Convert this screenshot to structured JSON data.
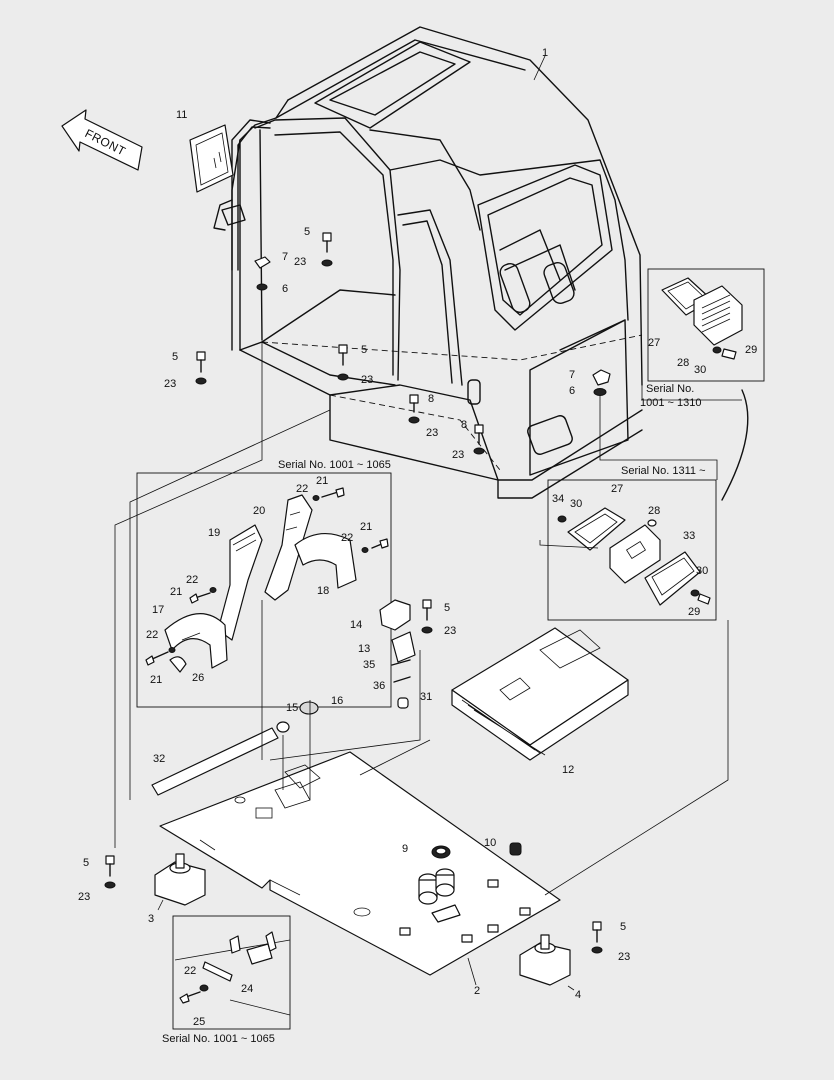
{
  "diagram": {
    "direction_label": "FRONT",
    "captions": {
      "cab_duct_serial_old": [
        "Serial No.",
        "1001 ~ 1310"
      ],
      "cab_duct_serial_new": "Serial No. 1311 ~",
      "lever_stand_serial": "Serial No. 1001 ~ 1065",
      "floor_detail_serial": "Serial No. 1001 ~ 1065"
    },
    "callouts": [
      "1",
      "2",
      "3",
      "4",
      "5",
      "6",
      "7",
      "8",
      "9",
      "10",
      "11",
      "12",
      "13",
      "14",
      "15",
      "16",
      "17",
      "18",
      "19",
      "20",
      "21",
      "22",
      "23",
      "24",
      "25",
      "26",
      "27",
      "28",
      "29",
      "30",
      "31",
      "32",
      "33",
      "34",
      "35",
      "36"
    ]
  }
}
